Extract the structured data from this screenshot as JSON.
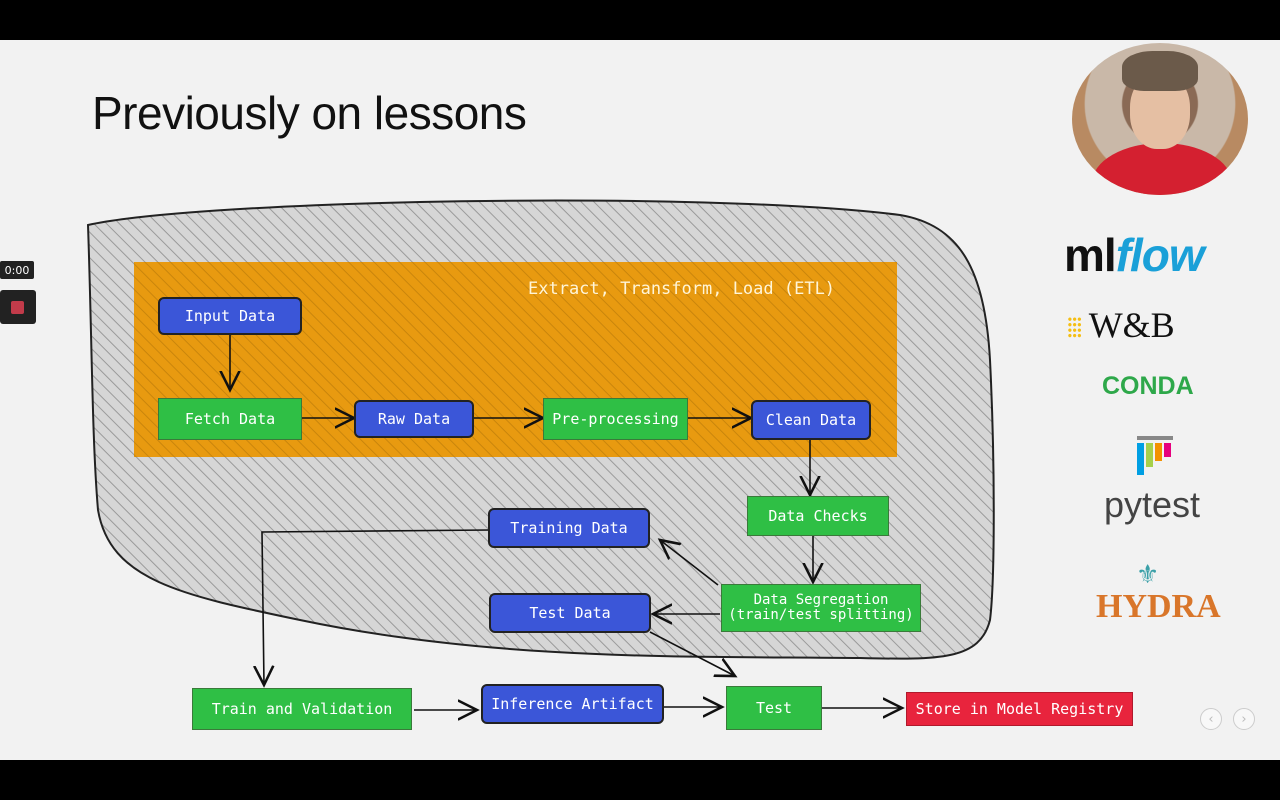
{
  "slide": {
    "title": "Previously on lessons"
  },
  "diagram": {
    "etl_label": "Extract, Transform, Load (ETL)",
    "nodes": {
      "input_data": "Input Data",
      "fetch_data": "Fetch Data",
      "raw_data": "Raw Data",
      "preprocessing": "Pre-processing",
      "clean_data": "Clean Data",
      "data_checks": "Data Checks",
      "data_segregation_line1": "Data Segregation",
      "data_segregation_line2": "(train/test splitting)",
      "training_data": "Training Data",
      "test_data": "Test Data",
      "train_validation": "Train and Validation",
      "inference_artifact": "Inference Artifact",
      "test": "Test",
      "store_registry": "Store in Model Registry"
    },
    "colors": {
      "etl_band": "#e89a10",
      "blue_node": "#3b56d8",
      "green_node": "#2fbf45",
      "red_node": "#e8243d"
    }
  },
  "tools": {
    "mlflow": "mlflow",
    "wandb": "W&B",
    "conda": "CONDA",
    "pytest": "pytest",
    "hydra": "HYDRA"
  },
  "player": {
    "timer": "0:00",
    "prev_icon": "chevron-left-icon",
    "next_icon": "chevron-right-icon"
  }
}
